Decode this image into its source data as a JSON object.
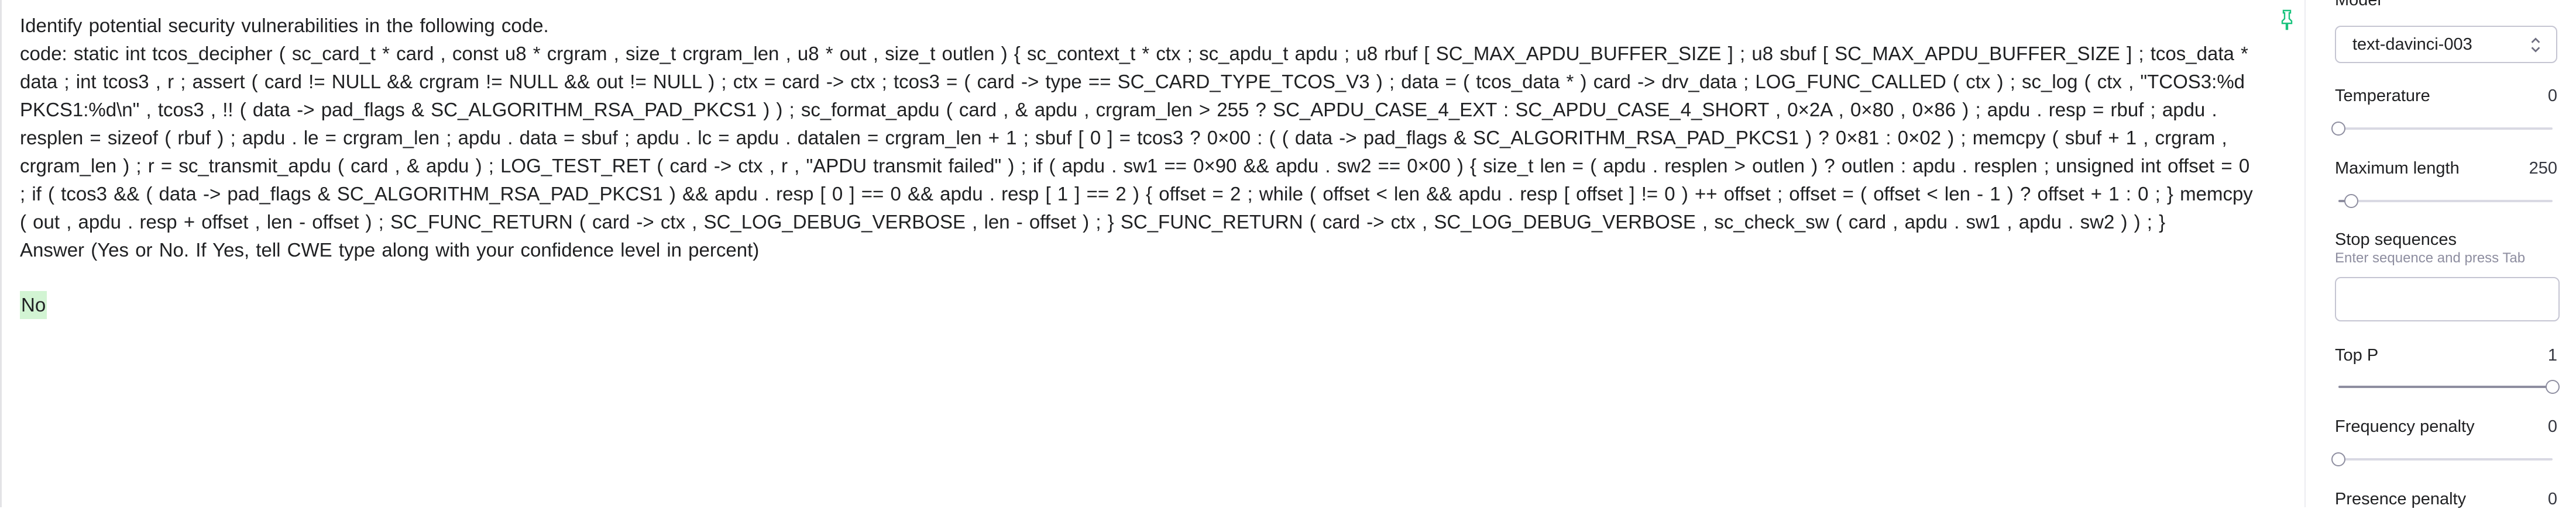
{
  "prompt": {
    "instruction": "Identify potential security vulnerabilities in the following code.",
    "code_prefix": "code: ",
    "code": "static int tcos_decipher ( sc_card_t * card , const u8 * crgram , size_t crgram_len , u8 * out , size_t outlen ) { sc_context_t * ctx ; sc_apdu_t apdu ; u8 rbuf [ SC_MAX_APDU_BUFFER_SIZE ] ; u8 sbuf [ SC_MAX_APDU_BUFFER_SIZE ] ; tcos_data * data ; int tcos3 , r ; assert ( card != NULL && crgram != NULL && out != NULL ) ; ctx = card -> ctx ; tcos3 = ( card -> type == SC_CARD_TYPE_TCOS_V3 ) ; data = ( tcos_data * ) card -> drv_data ; LOG_FUNC_CALLED ( ctx ) ; sc_log ( ctx , \"TCOS3:%d PKCS1:%d\\n\" , tcos3 , !! ( data -> pad_flags & SC_ALGORITHM_RSA_PAD_PKCS1 ) ) ; sc_format_apdu ( card , & apdu , crgram_len > 255 ? SC_APDU_CASE_4_EXT : SC_APDU_CASE_4_SHORT , 0×2A , 0×80 , 0×86 ) ; apdu . resp = rbuf ; apdu . resplen = sizeof ( rbuf ) ; apdu . le = crgram_len ; apdu . data = sbuf ; apdu . lc = apdu . datalen = crgram_len + 1 ; sbuf [ 0 ] = tcos3 ? 0×00 : ( ( data -> pad_flags & SC_ALGORITHM_RSA_PAD_PKCS1 ) ? 0×81 : 0×02 ) ; memcpy ( sbuf + 1 , crgram , crgram_len ) ; r = sc_transmit_apdu ( card , & apdu ) ; LOG_TEST_RET ( card -> ctx , r , \"APDU transmit failed\" ) ; if ( apdu . sw1 == 0×90 && apdu . sw2 == 0×00 ) { size_t len = ( apdu . resplen > outlen ) ? outlen : apdu . resplen ; unsigned int offset = 0 ; if ( tcos3 && ( data -> pad_flags & SC_ALGORITHM_RSA_PAD_PKCS1 ) && apdu . resp [ 0 ] == 0 && apdu . resp [ 1 ] == 2 ) { offset = 2 ; while ( offset < len && apdu . resp [ offset ] != 0 ) ++ offset ; offset = ( offset < len - 1 ) ? offset + 1 : 0 ; } memcpy ( out , apdu . resp + offset , len - offset ) ; SC_FUNC_RETURN ( card -> ctx , SC_LOG_DEBUG_VERBOSE , len - offset ) ; } SC_FUNC_RETURN ( card -> ctx , SC_LOG_DEBUG_VERBOSE , sc_check_sw ( card , apdu . sw1 , apdu . sw2 ) ) ; }",
    "question": "Answer (Yes or No. If Yes, tell CWE type along with your confidence level in percent)"
  },
  "completion": "No",
  "icons": {
    "pin": "pin-icon",
    "chevron": "chevron-updown-icon"
  },
  "settings": {
    "model": {
      "label": "Model",
      "value": "text-davinci-003"
    },
    "temperature": {
      "label": "Temperature",
      "value": "0",
      "fraction": 0.0
    },
    "max_length": {
      "label": "Maximum length",
      "value": "250",
      "fraction": 0.06
    },
    "stop": {
      "label": "Stop sequences",
      "hint": "Enter sequence and press Tab",
      "value": ""
    },
    "top_p": {
      "label": "Top P",
      "value": "1",
      "fraction": 1.0
    },
    "frequency_penalty": {
      "label": "Frequency penalty",
      "value": "0",
      "fraction": 0.0
    },
    "presence_penalty": {
      "label": "Presence penalty",
      "value": "0"
    }
  },
  "colors": {
    "completion_highlight": "#d2f4d3",
    "pin_icon": "#19c37d",
    "slider_thumb_border": "#8e8ea0"
  }
}
